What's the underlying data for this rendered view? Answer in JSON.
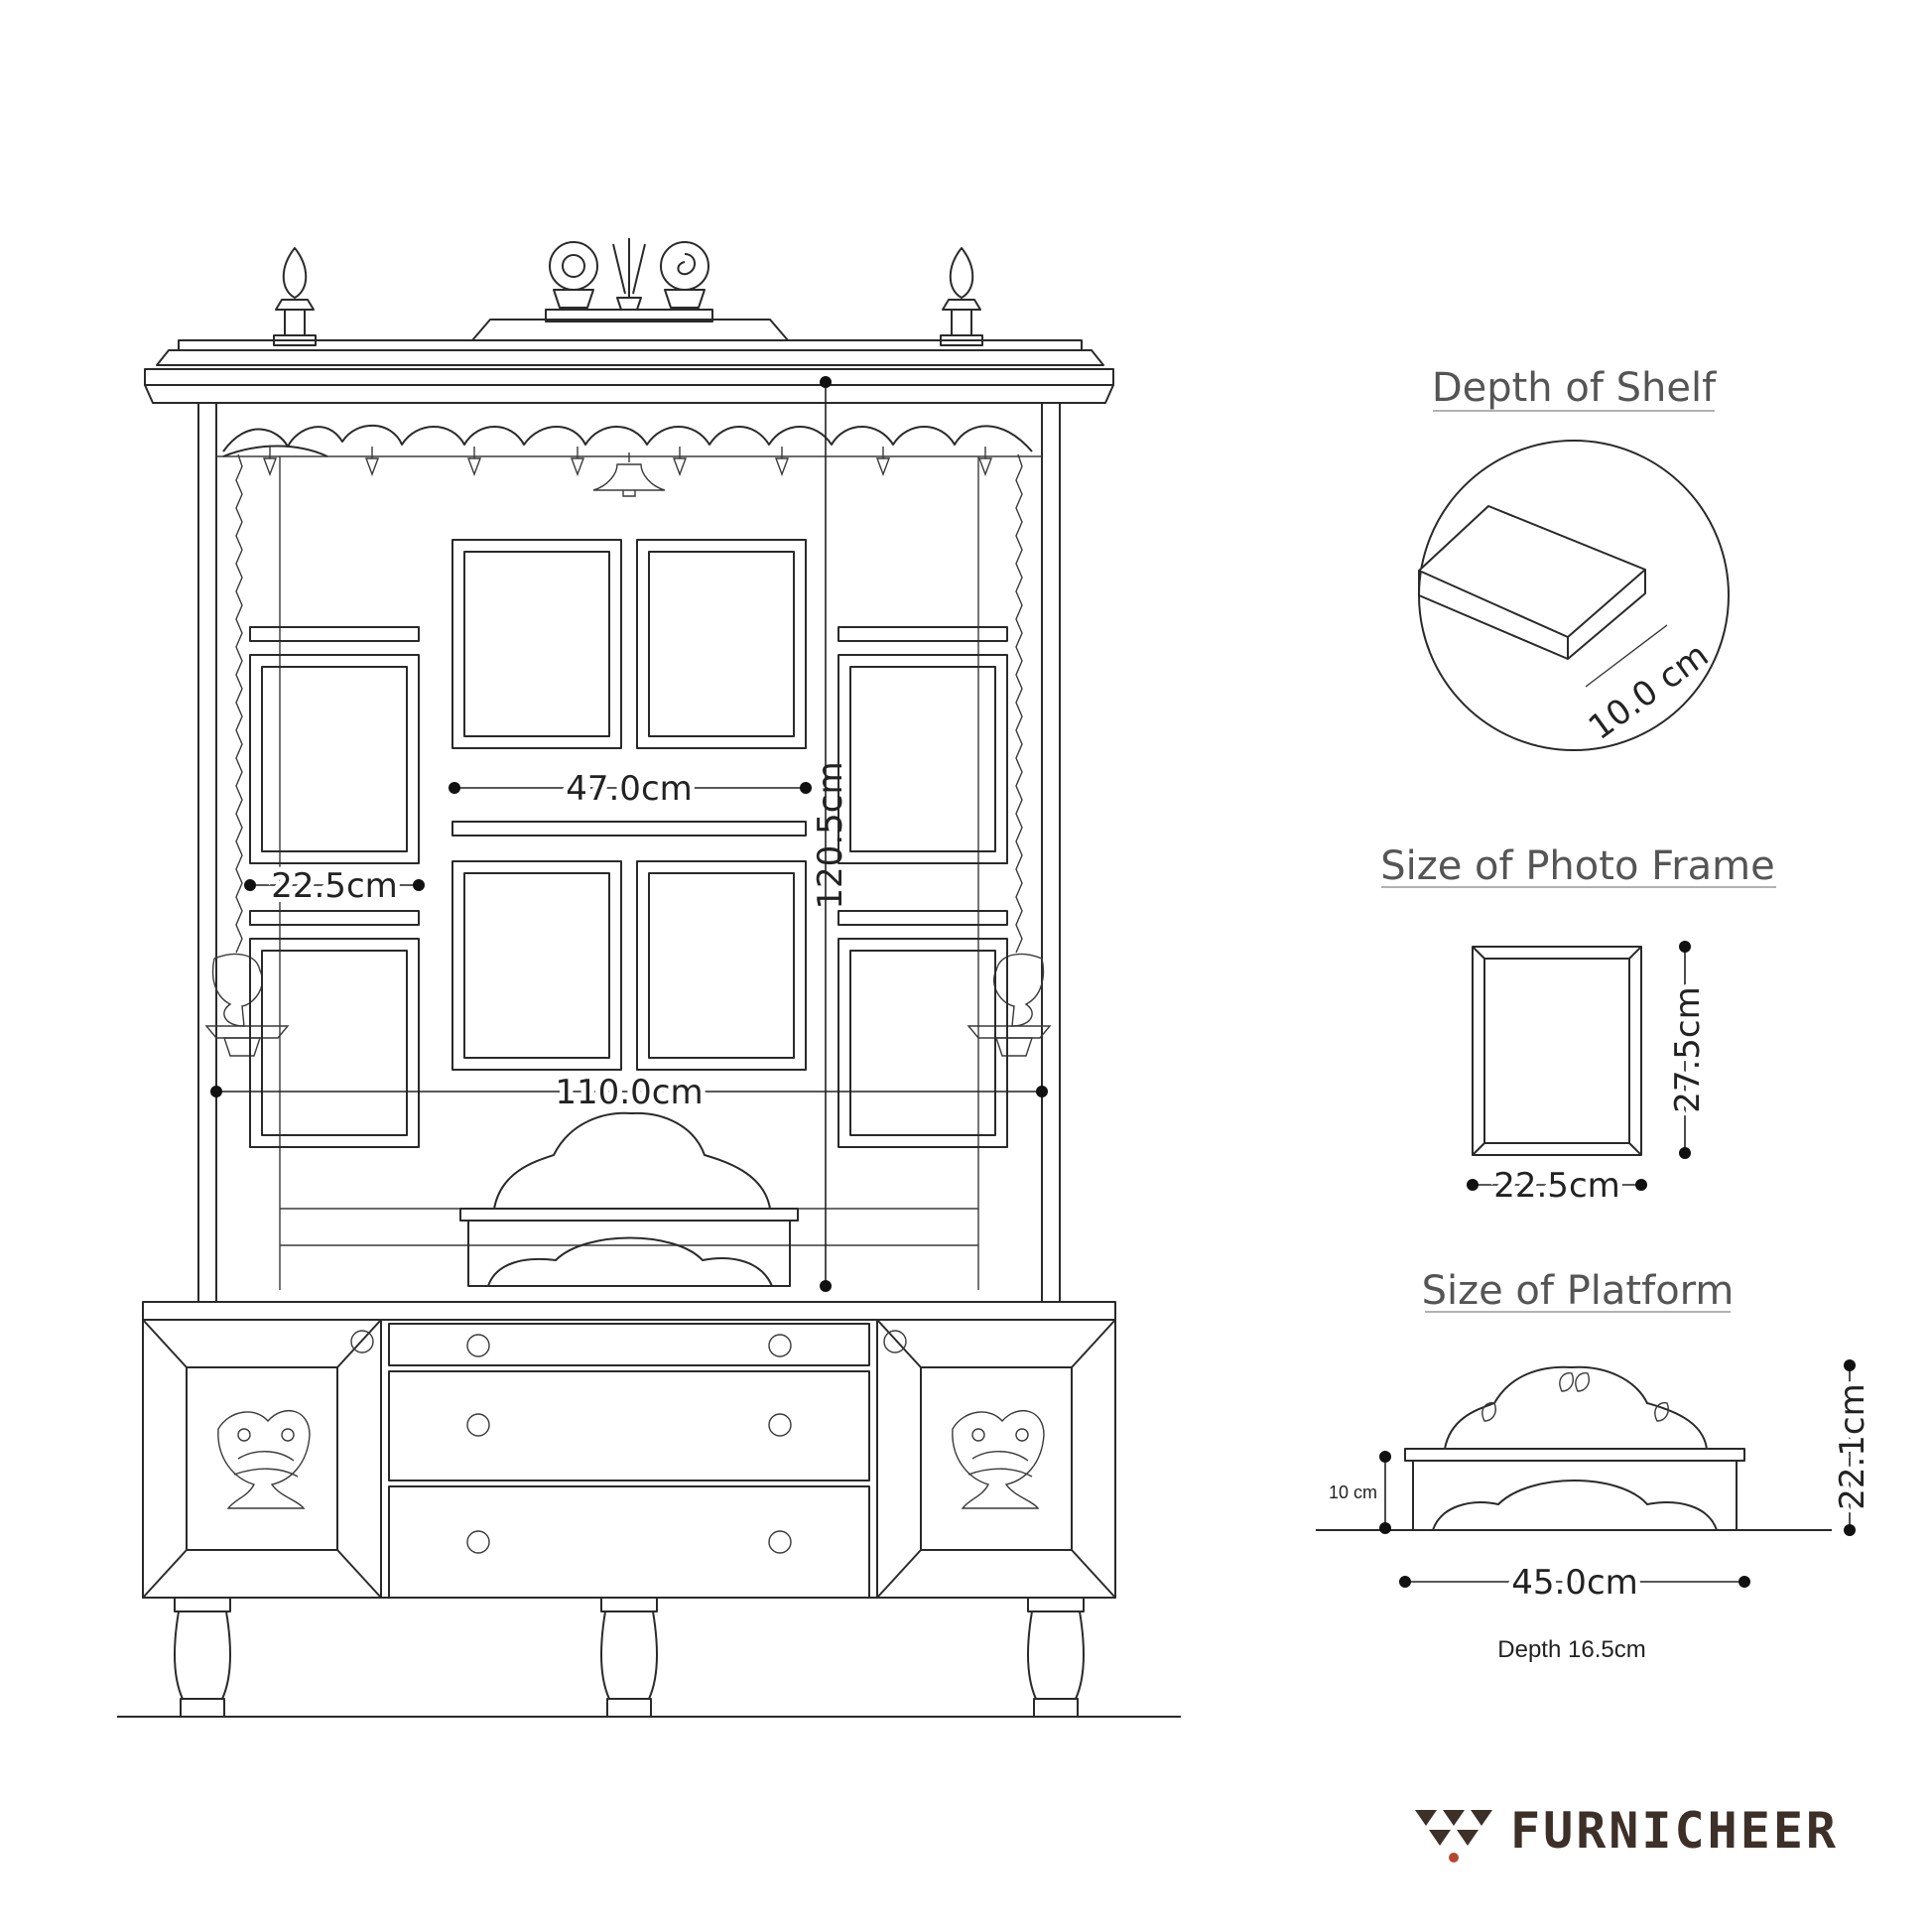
{
  "main_drawing": {
    "overall_width": "110.0cm",
    "overall_height": "120.5cm",
    "inner_width": "47.0cm",
    "side_frame_width": "22.5cm"
  },
  "shelf_panel": {
    "heading": "Depth of Shelf",
    "depth": "10.0 cm"
  },
  "frame_panel": {
    "heading": "Size of Photo Frame",
    "height": "27.5cm",
    "width": "22.5cm"
  },
  "platform_panel": {
    "heading": "Size of Platform",
    "base_height": "10 cm",
    "total_height": "22.1cm",
    "width": "45.0cm",
    "depth_note": "Depth 16.5cm"
  },
  "brand": {
    "name": "FURNICHEER",
    "text_color": "#3d3029",
    "accent_color": "#b5482e"
  }
}
